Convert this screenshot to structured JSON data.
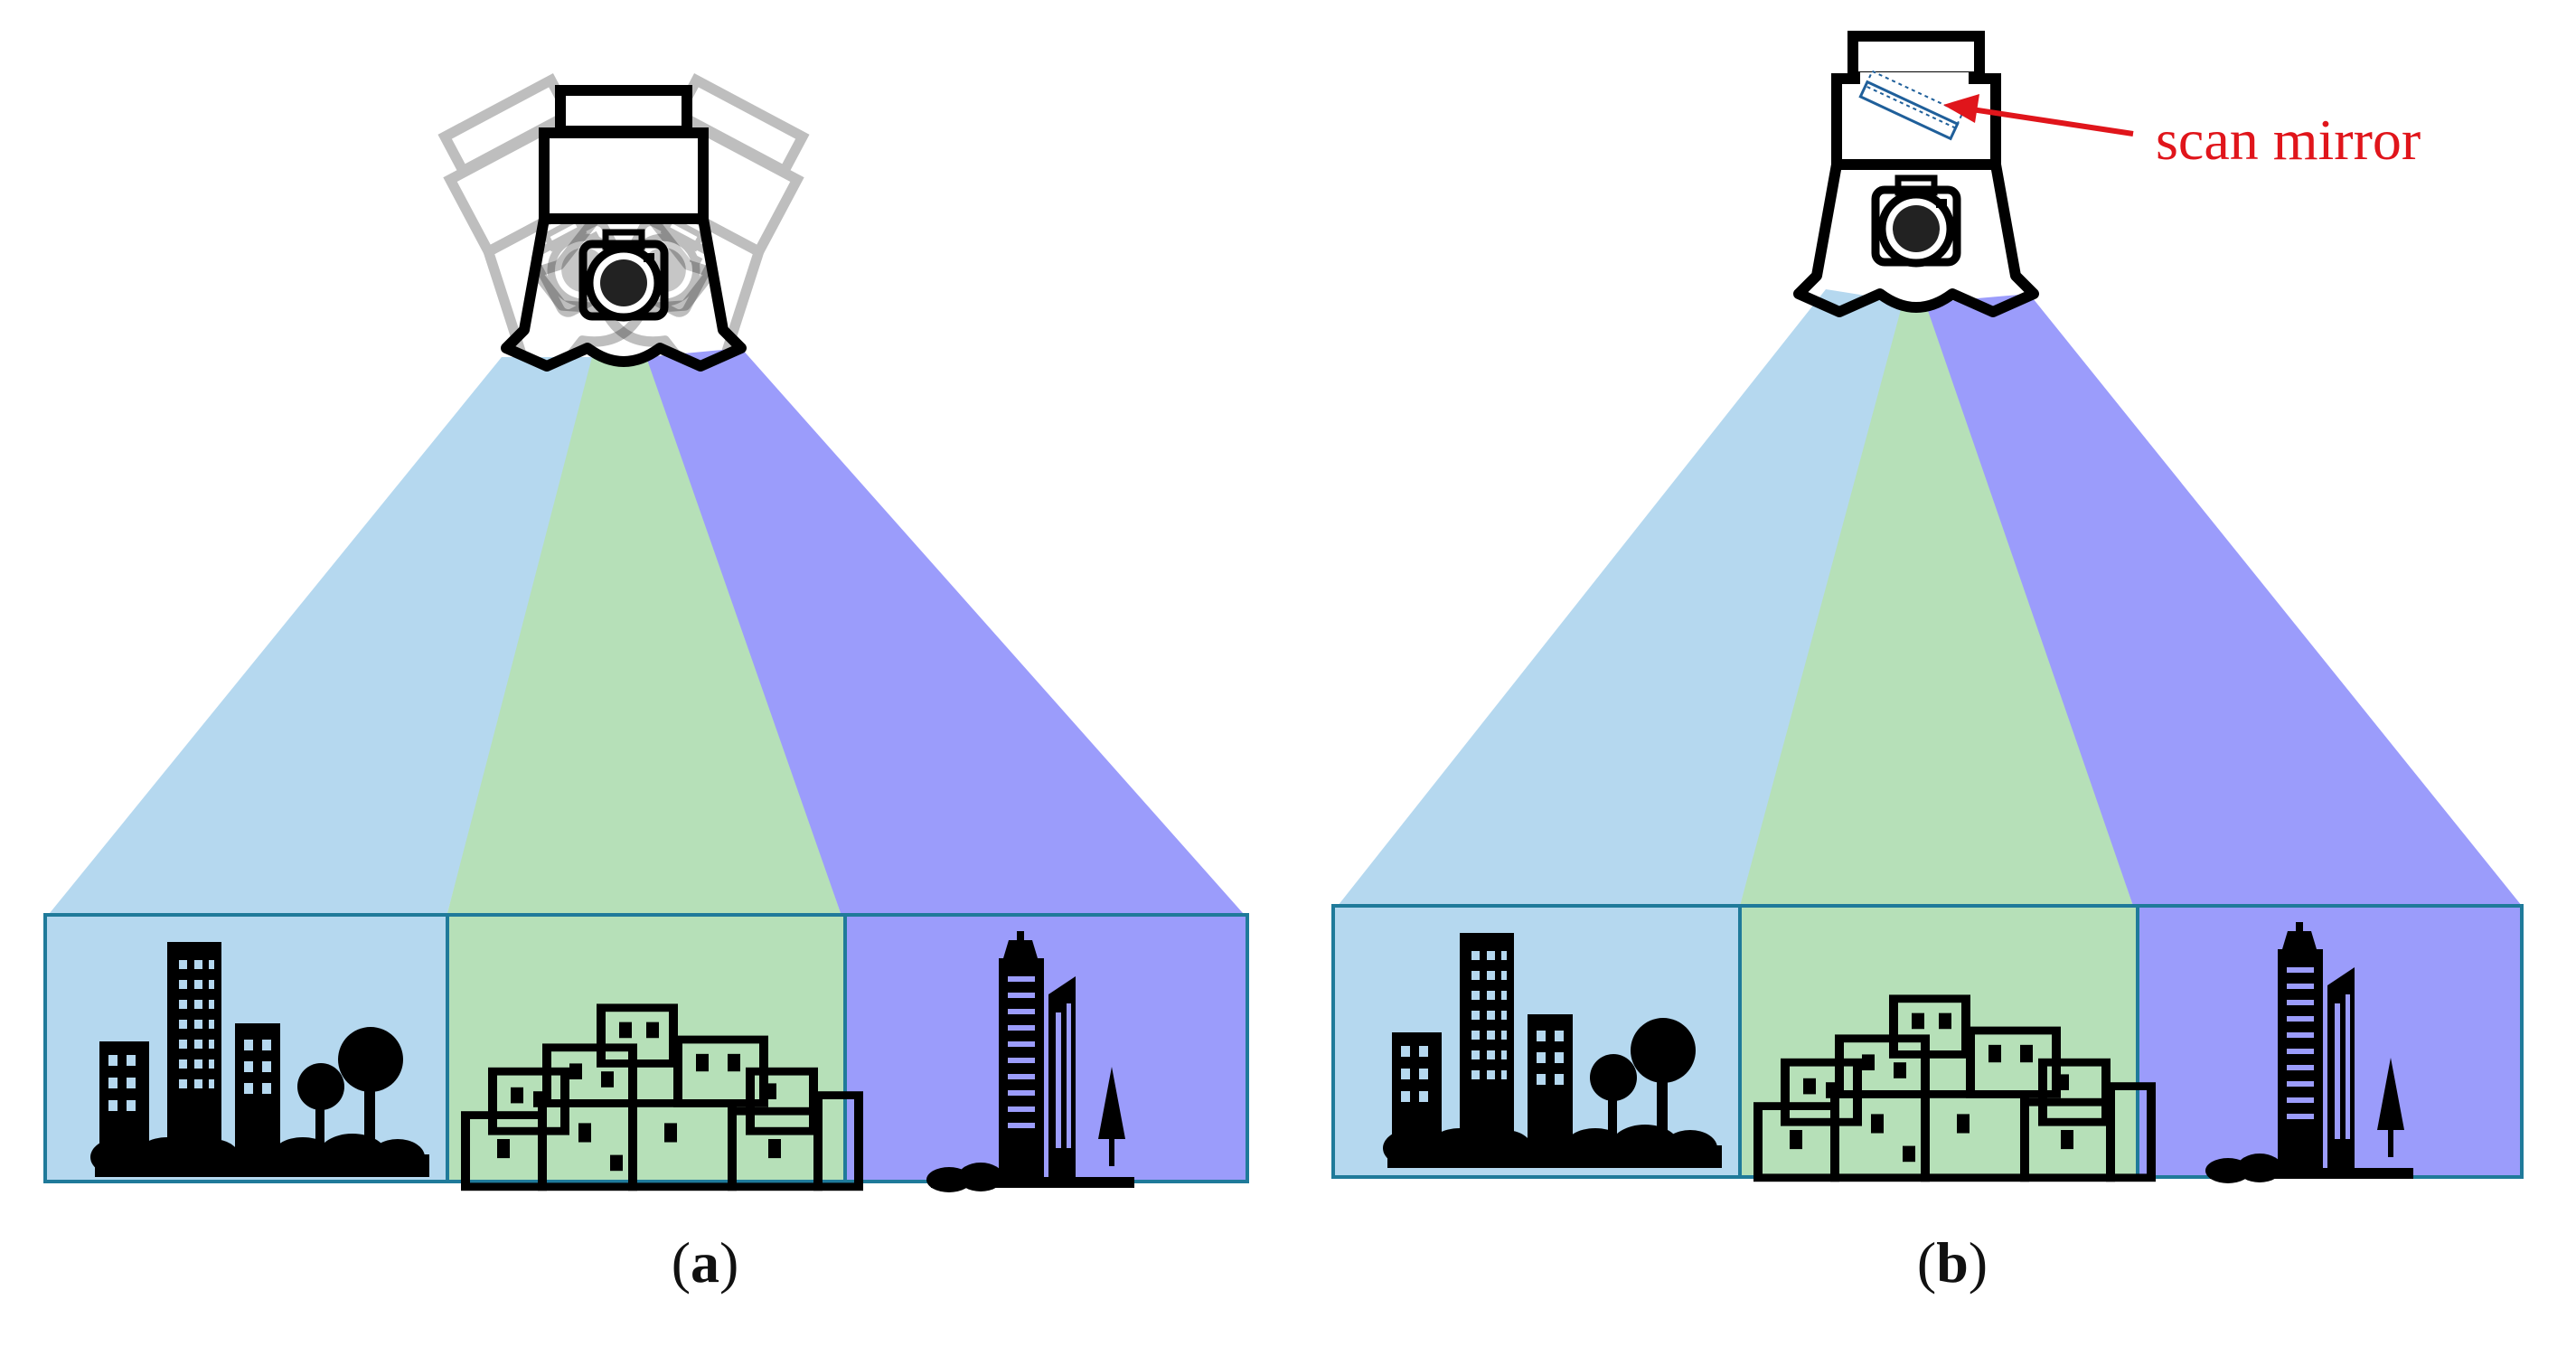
{
  "panels": [
    {
      "caption": "a",
      "label_open": "(",
      "label_close": ")"
    },
    {
      "caption": "b",
      "label_open": "(",
      "label_close": ")"
    }
  ],
  "annotation": {
    "text": "scan mirror"
  },
  "colors": {
    "beam_left": "#b5d8ef",
    "beam_center": "#b6e0b8",
    "beam_right": "#9b9cfb",
    "frame_border": "#1f7a9a",
    "annotation": "#e0151b",
    "icon": "#000000"
  }
}
